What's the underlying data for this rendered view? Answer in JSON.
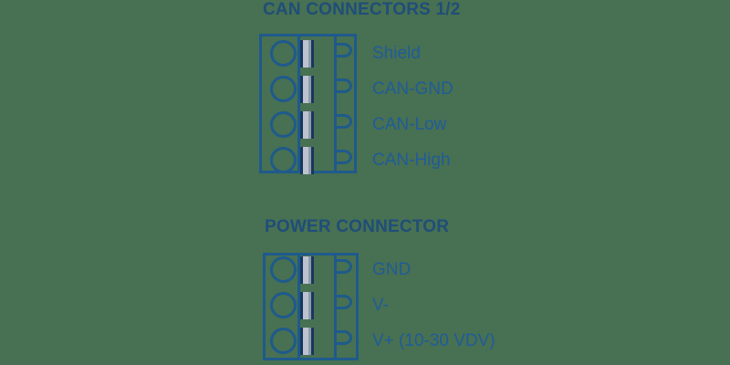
{
  "page": {
    "background": "#487052"
  },
  "diagram": {
    "colors": {
      "outline": "#1E5A8C",
      "title_text": "#1F4E79",
      "label_text": "#1F5C99",
      "slot_navy": "#17375E",
      "slot_silver": "#BCC3CF",
      "slot_shadow": "#8E9AAA"
    },
    "connectors": [
      {
        "title": "CAN CONNECTORS 1/2",
        "pins": [
          {
            "label": "Shield"
          },
          {
            "label": "CAN-GND"
          },
          {
            "label": "CAN-Low"
          },
          {
            "label": "CAN-High"
          }
        ]
      },
      {
        "title": "POWER CONNECTOR",
        "pins": [
          {
            "label": "GND"
          },
          {
            "label": "V-"
          },
          {
            "label": "V+ (10-30 VDV)"
          }
        ]
      }
    ]
  }
}
